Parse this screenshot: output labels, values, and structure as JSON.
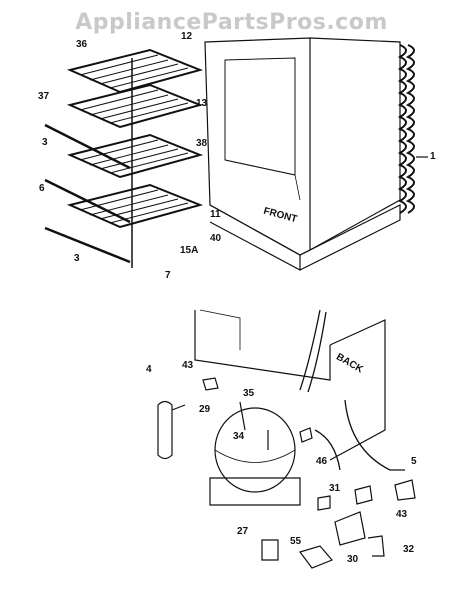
{
  "watermark": "AppliancePartsPros.com",
  "diagram": {
    "text_labels": {
      "front": "FRONT",
      "back": "BACK"
    },
    "callouts": [
      "12",
      "36",
      "13",
      "37",
      "38",
      "3",
      "1",
      "6",
      "11",
      "40",
      "15A",
      "3",
      "7",
      "43",
      "4",
      "35",
      "29",
      "34",
      "46",
      "5",
      "31",
      "43",
      "27",
      "55",
      "30",
      "32"
    ]
  }
}
